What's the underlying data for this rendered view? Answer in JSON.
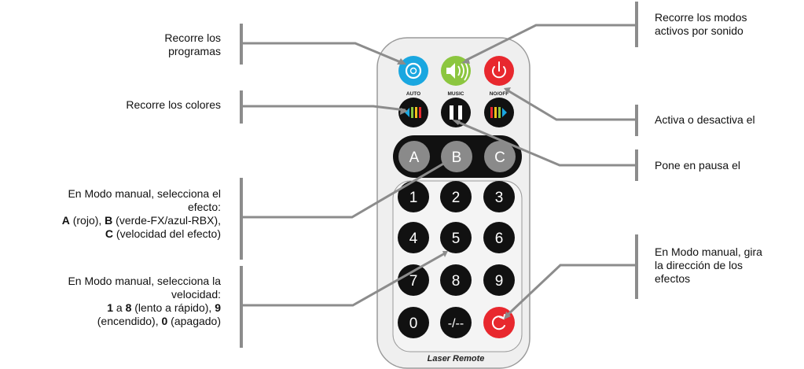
{
  "buttons": {
    "auto_label": "AUTO",
    "music_label": "MUSIC",
    "power_label": "NO/OFF",
    "a": "A",
    "b": "B",
    "c": "C",
    "n1": "1",
    "n2": "2",
    "n3": "3",
    "n4": "4",
    "n5": "5",
    "n6": "6",
    "n7": "7",
    "n8": "8",
    "n9": "9",
    "n0": "0",
    "dash": "-/--"
  },
  "brand": "Laser Remote",
  "annotations": {
    "programs": [
      "Recorre los",
      "programas"
    ],
    "colors": "Recorre los colores",
    "manual_effect": {
      "line1": "En Modo manual, selecciona el",
      "line2": "efecto:",
      "a_key": "A",
      "a_text": " (rojo), ",
      "b_key": "B",
      "b_text": " (verde-FX/azul-RBX),",
      "c_key": "C",
      "c_text": " (velocidad del efecto)"
    },
    "manual_speed": {
      "line1": "En Modo manual, selecciona la",
      "line2": "velocidad:",
      "k1": "1",
      "t1": " a ",
      "k8": "8",
      "t2": " (lento a rápido), ",
      "k9": "9",
      "t3": "(encendido), ",
      "k0": "0",
      "t4": " (apagado)"
    },
    "sound_modes": [
      "Recorre los modos",
      "activos por sonido"
    ],
    "power": "Activa o desactiva el",
    "pause": "Pone en pausa el",
    "direction": [
      "En Modo manual, gira",
      "la dirección de los",
      "efectos"
    ]
  },
  "colors": {
    "auto": "#1aa7e0",
    "music": "#8cc63f",
    "power": "#e8282e",
    "key_dark": "#111111",
    "key_gray": "#8a8a8a",
    "remote_body": "#efefef",
    "leader": "#8c8c8c"
  }
}
